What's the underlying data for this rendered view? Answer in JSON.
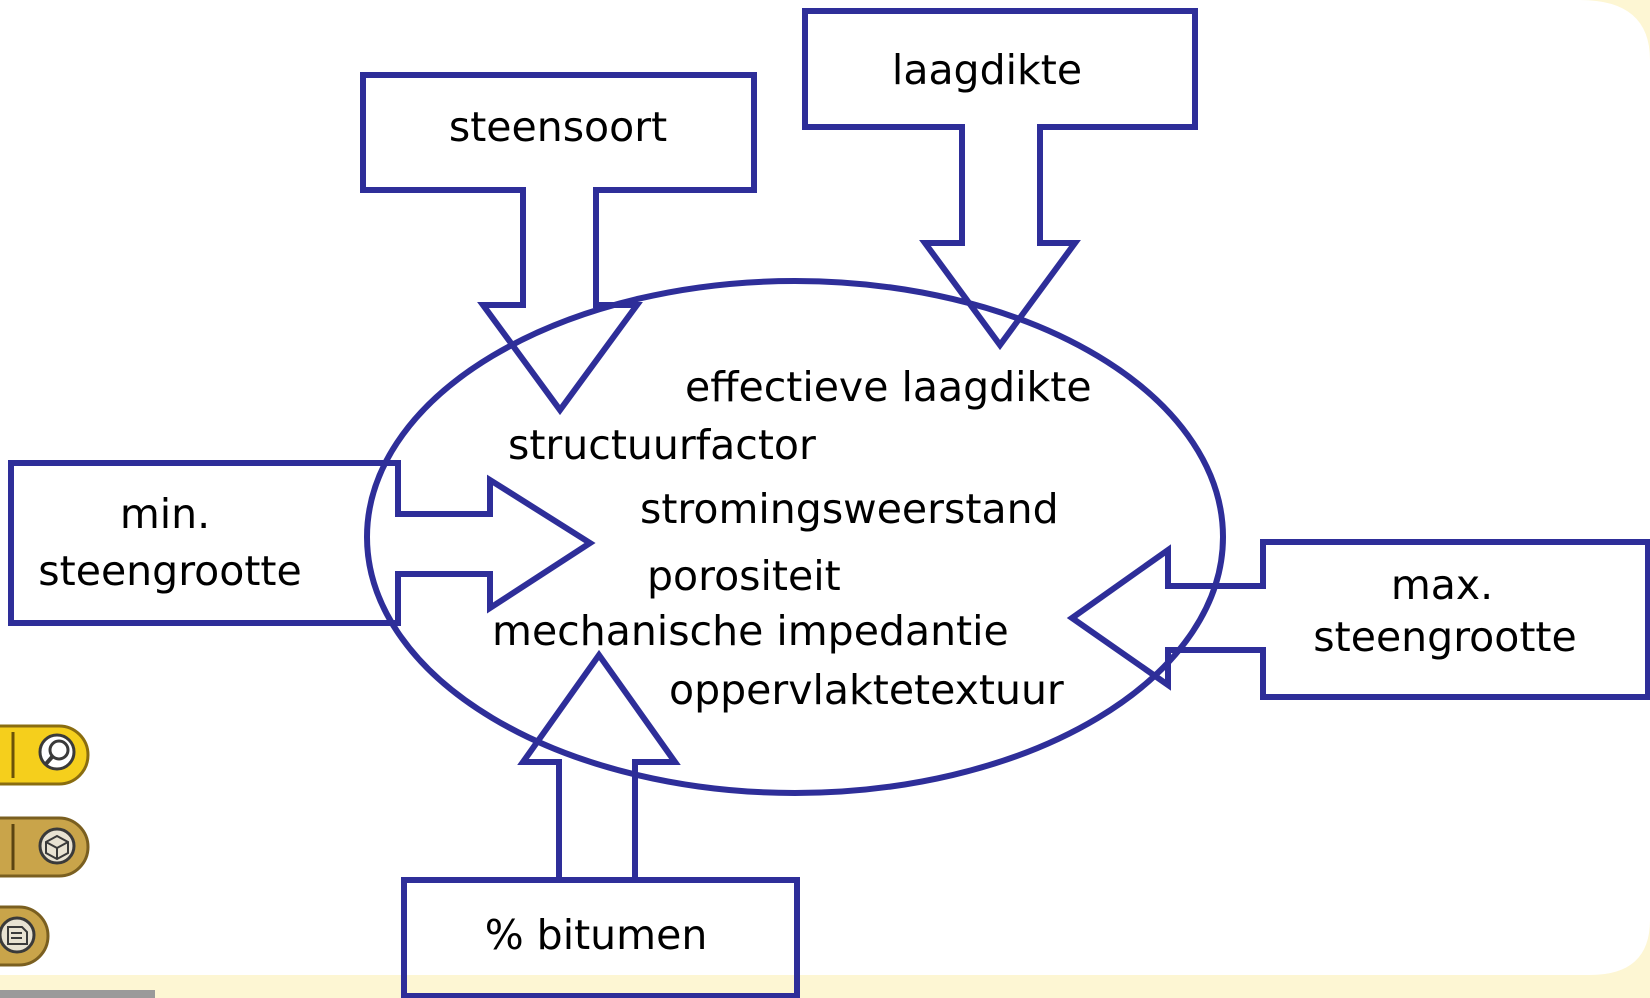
{
  "colors": {
    "background": "#ffffff",
    "slide_edge": "#fdf6d3",
    "diagram_stroke": "#2e2e99",
    "text": "#000000",
    "button_yellow": "#f5cf1c",
    "button_gold": "#c9a44a",
    "button_icon": "#3a3a3a"
  },
  "diagram": {
    "center_properties": [
      "effectieve laagdikte",
      "structuurfactor",
      "stromingsweerstand",
      "porositeit",
      "mechanische impedantie",
      "oppervlaktetextuur"
    ],
    "inputs": {
      "steensoort": "steensoort",
      "laagdikte": "laagdikte",
      "min_line1": "min.",
      "min_line2": "steengrootte",
      "max_line1": "max.",
      "max_line2": "steengrootte",
      "bitumen": "% bitumen"
    }
  },
  "toolbar": {
    "buttons": [
      {
        "name": "zoom-button",
        "icon": "magnifier-icon"
      },
      {
        "name": "view-button",
        "icon": "box-icon"
      },
      {
        "name": "notes-button",
        "icon": "document-icon"
      }
    ]
  }
}
